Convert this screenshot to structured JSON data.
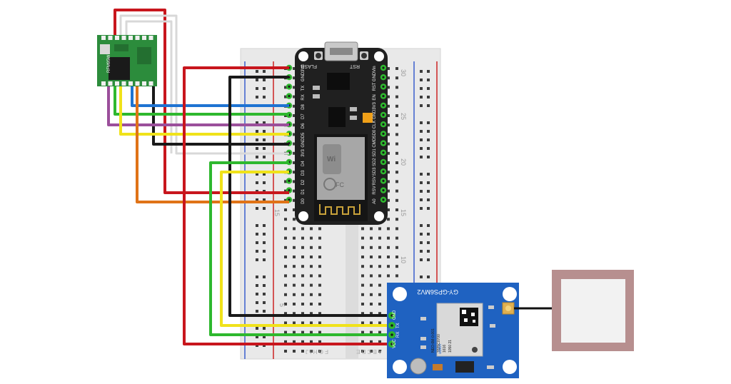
{
  "breadboard": {
    "row_numbers": [
      "30",
      "25",
      "20",
      "15",
      "10",
      "5"
    ],
    "column_letters_bottom": "F G H I J",
    "column_letters_bottom_right": "A B C D E"
  },
  "rfm": {
    "label": "RFM95W"
  },
  "nodemcu": {
    "flash_label": "FLASH",
    "rst_label": "RST",
    "left_pins": [
      "3V3",
      "GND",
      "TX",
      "RX",
      "D8",
      "D7",
      "D6",
      "D5",
      "GND",
      "3V3",
      "D4",
      "D3",
      "D2",
      "D1",
      "D0"
    ],
    "right_pins": [
      "Vin",
      "GND",
      "RST",
      "EN",
      "3V3",
      "GND",
      "CLK",
      "SD0",
      "CMD",
      "SD1",
      "SD2",
      "SD3",
      "RSV",
      "RSV",
      "A0"
    ]
  },
  "gps": {
    "title": "GY-GPS6MV2",
    "pins": [
      "GND",
      "TX",
      "RX",
      "VCC"
    ],
    "chip_text": [
      "NEO-6M-0-001",
      "3325C0700",
      "1616",
      "1050 21"
    ],
    "brand": "ublox"
  },
  "colors": {
    "red": "#c8161d",
    "black": "#1a1a1a",
    "blue": "#1e73d2",
    "green": "#2eb82e",
    "purple": "#9b4f9b",
    "yellow": "#f0e21a",
    "white": "#d8d8d8",
    "orange": "#e07317",
    "gps_board": "#1f62c1",
    "rfm_board": "#2c8c3c",
    "mcu_board": "#202020"
  }
}
